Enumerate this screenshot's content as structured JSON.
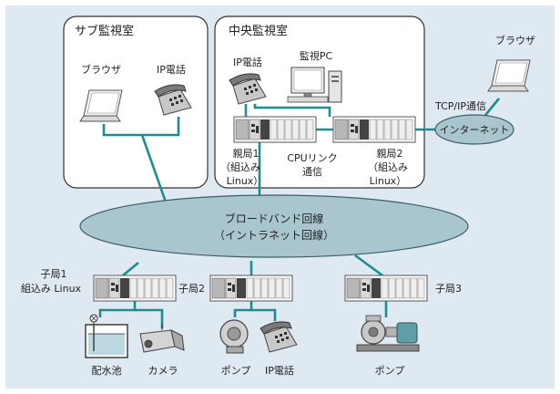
{
  "rooms": {
    "sub": "サブ監視室",
    "central": "中央監視室"
  },
  "devices": {
    "browser_sub": "ブラウザ",
    "ip_phone_sub": "IP電話",
    "ip_phone_central": "IP電話",
    "monitor_pc": "監視PC",
    "browser_remote": "ブラウザ"
  },
  "parent_stations": {
    "p1": [
      "親局1",
      "（組込み",
      "Linux）"
    ],
    "p2": [
      "親局2",
      "（組込み",
      "Linux）"
    ]
  },
  "cpu_link": [
    "CPUリンク",
    "通信"
  ],
  "tcpip": "TCP/IP通信",
  "internet": "インターネット",
  "broadband": [
    "ブロードバンド回線",
    "（イントラネット回線）"
  ],
  "child_stations": {
    "c1": [
      "子局1",
      "組込み Linux"
    ],
    "c2": "子局2",
    "c3": "子局3"
  },
  "field": {
    "reservoir": "配水池",
    "camera": "カメラ",
    "pump1": "ポンプ",
    "ip_phone_field": "IP電話",
    "pump2": "ポンプ"
  },
  "colors": {
    "background": "#dfe9f1",
    "line": "#1b8d8d",
    "cloud_fill": "#a9c6cf",
    "cloud_stroke": "#3b5e6a"
  }
}
